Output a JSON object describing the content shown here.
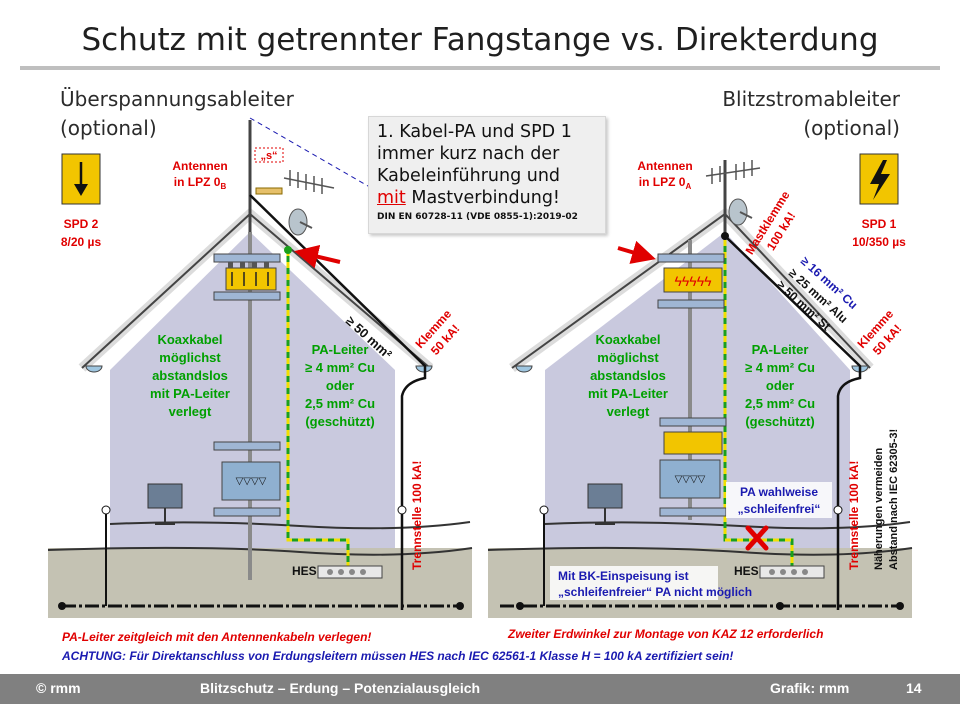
{
  "title": "Schutz mit getrennter Fangstange vs. Direkterdung",
  "header_left": [
    "Überspannungsableiter",
    "(optional)"
  ],
  "header_right": [
    "Blitzstromableiter",
    "(optional)"
  ],
  "callout": {
    "line1": "1. Kabel-PA und SPD 1",
    "line2": "immer kurz nach der",
    "line3": "Kabeleinführung und",
    "line4_mit": "mit",
    "line4_rest": " Mastverbindung!",
    "norm": "DIN EN 60728-11 (VDE 0855-1):2019-02"
  },
  "left": {
    "spd_label": "SPD 2",
    "spd_rating": "8/20 µs",
    "antenna_label": "Antennen",
    "antenna_zone": "in LPZ 0",
    "antenna_zone_sub": "B",
    "s_label": "„s“",
    "conductor": "≥ 50 mm²",
    "clamp": [
      "Klemme",
      "50 kA!"
    ],
    "coax_note": [
      "Koaxkabel",
      "möglichst",
      "abstandslos",
      "mit PA-Leiter",
      "verlegt"
    ],
    "pa_note": [
      "PA-Leiter",
      "≥ 4 mm² Cu",
      "oder",
      "2,5 mm² Cu",
      "(geschützt)"
    ],
    "trennstelle": "Trennstelle 100 kA!",
    "hes": "HES"
  },
  "right": {
    "spd_label": "SPD 1",
    "spd_rating": "10/350 µs",
    "antenna_label": "Antennen",
    "antenna_zone": "in LPZ 0",
    "antenna_zone_sub": "A",
    "mastklemme": [
      "Mastklemme",
      "100 kA!"
    ],
    "conductors": [
      "≥ 16 mm² Cu",
      "≥ 25 mm² Alu",
      "≥ 50 mm² St"
    ],
    "clamp": [
      "Klemme",
      "50 kA!"
    ],
    "coax_note": [
      "Koaxkabel",
      "möglichst",
      "abstandslos",
      "mit PA-Leiter",
      "verlegt"
    ],
    "pa_note": [
      "PA-Leiter",
      "≥ 4 mm² Cu",
      "oder",
      "2,5 mm² Cu",
      "(geschützt)"
    ],
    "pa_loop": [
      "PA wahlweise",
      "„schleifenfrei“"
    ],
    "bk_note": [
      "Mit BK-Einspeisung ist",
      "„schleifenfreier“ PA nicht möglich"
    ],
    "trennstelle": "Trennstelle 100 kA!",
    "distance_note": [
      "Näherungen vermeiden",
      "Abstand nach IEC 62305-3!"
    ],
    "hes": "HES"
  },
  "notes": {
    "left_bottom": "PA-Leiter zeitgleich mit den Antennenkabeln verlegen!",
    "right_bottom": "Zweiter Erdwinkel zur Montage von KAZ 12 erforderlich",
    "warning": "ACHTUNG: Für Direktanschluss von Erdungsleitern müssen HES nach IEC 62561-1 Klasse H = 100 kA zertifiziert sein!"
  },
  "footer": {
    "copyright": "© rmm",
    "topic": "Blitzschutz – Erdung – Potenzialausgleich",
    "credit": "Grafik: rmm",
    "page": "14"
  },
  "colors": {
    "wall": "#c9c9de",
    "ground": "#c4c2b3",
    "red_text": "#e00000",
    "green_text": "#00a000",
    "blue_text": "#1a1ab0",
    "spd_yellow": "#f2c500"
  },
  "icons": [
    "lightning-warning-icon",
    "surge-arrow-icon",
    "tv-icon",
    "satellite-dish-icon",
    "yagi-antenna-icon",
    "red-arrow-icon",
    "cross-mark-icon"
  ]
}
